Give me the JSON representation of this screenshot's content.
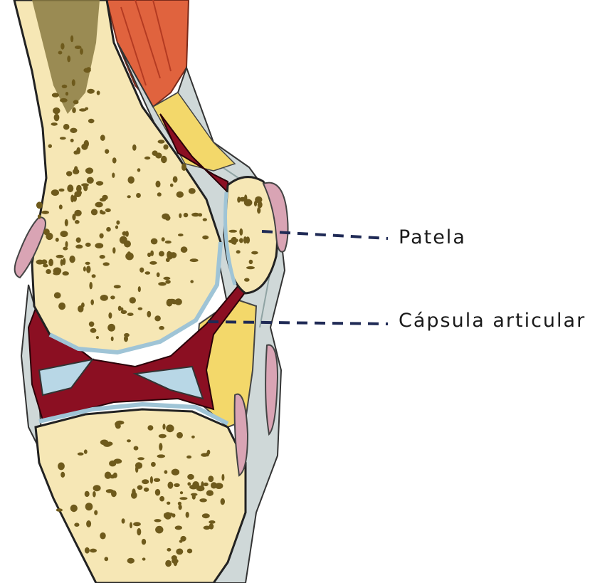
{
  "diagram": {
    "labels": [
      {
        "id": "patela",
        "text": "Patela"
      },
      {
        "id": "capsula",
        "text": "Cápsula articular"
      }
    ]
  },
  "colors": {
    "bone": "#f6e7b5",
    "bone_pores": "#6e5a1c",
    "marrow": "#8a7a42",
    "synovial": "#8b0f22",
    "cartilage": "#b8d7e6",
    "fat": "#f3d86a",
    "capsule": "#cfd8d8",
    "muscle": "#e0633e",
    "bursa": "#d9a4b4",
    "leader": "#1f2a55"
  }
}
